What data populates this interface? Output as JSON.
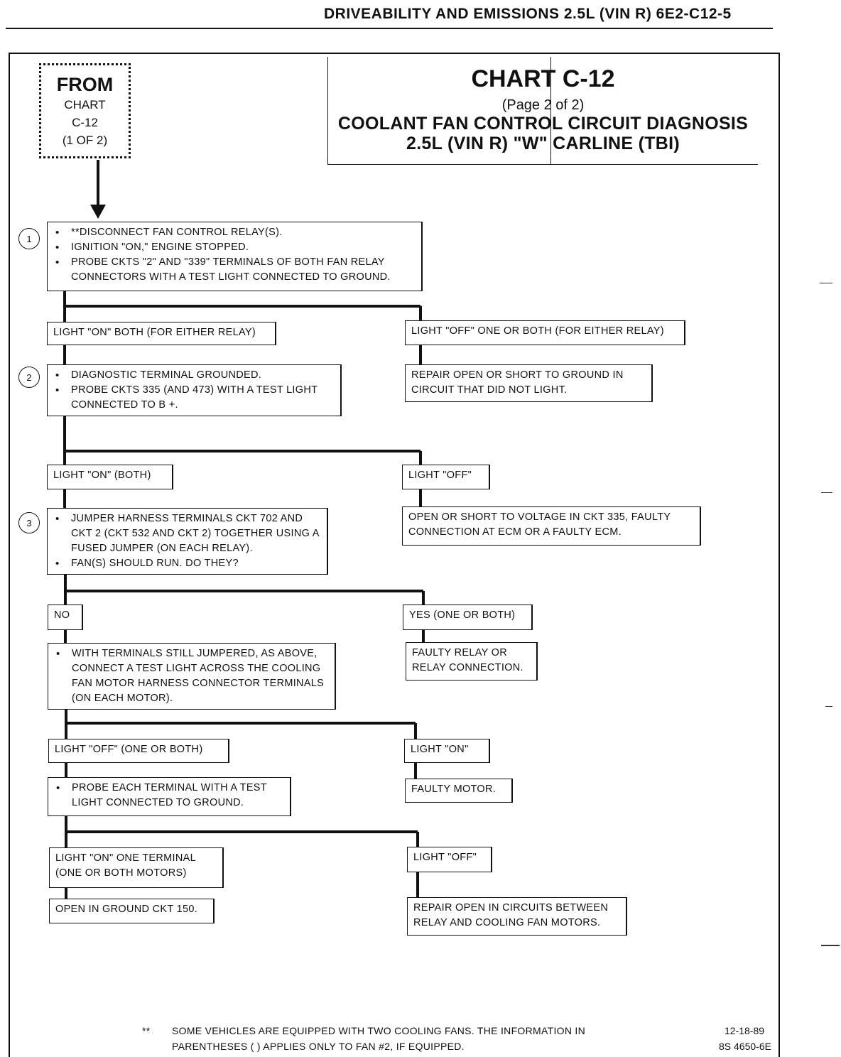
{
  "header": "DRIVEABILITY AND EMISSIONS  2.5L  (VIN R)  6E2-C12-5",
  "from_box": {
    "line1": "FROM",
    "line2": "CHART",
    "line3": "C-12",
    "line4": "(1 OF 2)"
  },
  "title": {
    "chart": "CHART C-12",
    "page": "(Page 2 of 2)",
    "line1": "COOLANT FAN CONTROL CIRCUIT DIAGNOSIS",
    "line2": "2.5L  (VIN R)  \"W\"  CARLINE  (TBI)"
  },
  "steps": {
    "s1": "1",
    "s2": "2",
    "s3": "3"
  },
  "boxes": {
    "step1": [
      "**DISCONNECT FAN CONTROL RELAY(S).",
      "IGNITION \"ON,\" ENGINE STOPPED.",
      "PROBE CKTS \"2\" AND \"339\" TERMINALS OF BOTH FAN RELAY CONNECTORS WITH A TEST LIGHT CONNECTED TO GROUND."
    ],
    "r1_left": "LIGHT \"ON\" BOTH (FOR EITHER RELAY)",
    "r1_right": "LIGHT \"OFF\" ONE OR BOTH (FOR EITHER RELAY)",
    "r1_right_action": "REPAIR OPEN OR SHORT TO GROUND IN CIRCUIT THAT DID NOT LIGHT.",
    "step2": [
      "DIAGNOSTIC TERMINAL GROUNDED.",
      "PROBE CKTS 335 (AND 473) WITH A TEST LIGHT CONNECTED TO B +."
    ],
    "r2_left": "LIGHT \"ON\" (BOTH)",
    "r2_right": "LIGHT \"OFF\"",
    "r2_right_action": "OPEN OR SHORT TO VOLTAGE  IN CKT 335, FAULTY CONNECTION AT ECM OR A FAULTY ECM.",
    "step3": [
      "JUMPER HARNESS TERMINALS CKT 702 AND CKT 2 (CKT 532 AND CKT 2) TOGETHER USING A FUSED JUMPER (ON EACH RELAY).",
      "FAN(S) SHOULD RUN.  DO THEY?"
    ],
    "r3_left": "NO",
    "r3_right": "YES (ONE OR BOTH)",
    "r3_right_action": "FAULTY RELAY OR RELAY CONNECTION.",
    "step4": [
      "WITH TERMINALS  STILL JUMPERED, AS ABOVE, CONNECT A TEST LIGHT ACROSS THE COOLING FAN MOTOR HARNESS CONNECTOR TERMINALS (ON EACH MOTOR)."
    ],
    "r4_left": "LIGHT \"OFF\" (ONE OR BOTH)",
    "r4_right": "LIGHT \"ON\"",
    "r4_right_action": "FAULTY MOTOR.",
    "step5": [
      "PROBE EACH TERMINAL WITH A TEST LIGHT CONNECTED TO GROUND."
    ],
    "r5_left": "LIGHT \"ON\" ONE TERMINAL (ONE OR BOTH MOTORS)",
    "r5_left_action": "OPEN IN GROUND CKT 150.",
    "r5_right": "LIGHT \"OFF\"",
    "r5_right_action": "REPAIR OPEN IN CIRCUITS BETWEEN RELAY AND COOLING FAN MOTORS."
  },
  "footnote": {
    "star": "**",
    "text": "SOME VEHICLES ARE EQUIPPED WITH TWO COOLING FANS.  THE INFORMATION IN PARENTHESES ( ) APPLIES ONLY TO FAN #2, IF EQUIPPED."
  },
  "code": {
    "date": "12-18-89",
    "id": "8S 4650-6E"
  }
}
